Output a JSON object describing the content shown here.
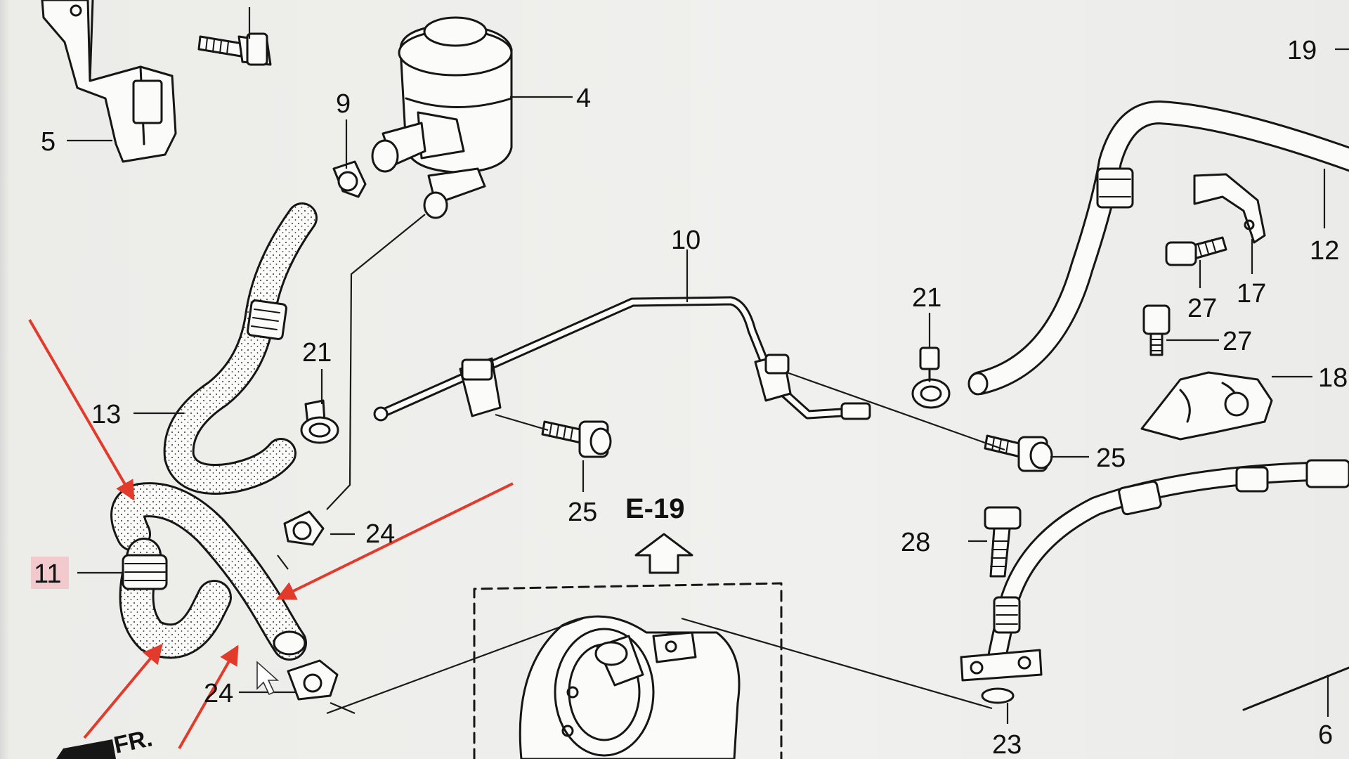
{
  "diagram": {
    "reference_label": "E-19",
    "front_label": "FR.",
    "highlighted_callout": "11",
    "callouts": [
      "4",
      "5",
      "9",
      "13",
      "21",
      "24",
      "11",
      "24",
      "10",
      "25",
      "25",
      "21",
      "12",
      "17",
      "27",
      "27",
      "18",
      "19",
      "28",
      "23",
      "6"
    ]
  },
  "colors": {
    "ink": "#161616",
    "paper": "#f0f0ee",
    "annotation_arrow": "#e23b2c",
    "highlight": "#f2c9cd"
  }
}
